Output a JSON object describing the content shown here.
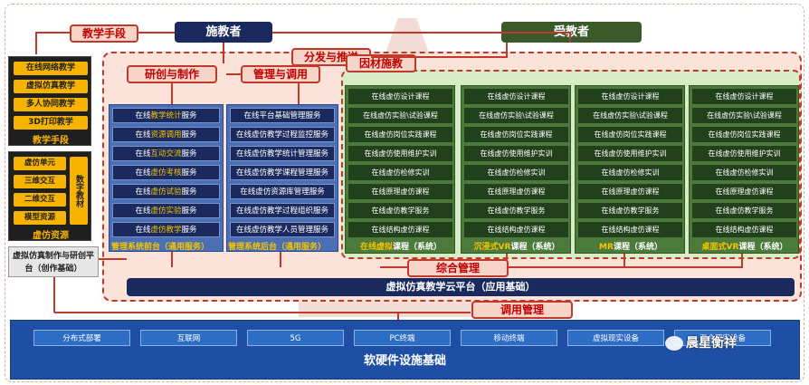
{
  "top": {
    "teaching_methods_label": "教学手段",
    "educator": "施教者",
    "learner": "受教者",
    "research_production": "研创与制作",
    "management_invocation": "管理与调用",
    "distribution_push": "分发与推送",
    "adaptive_teaching": "因材施教"
  },
  "left": {
    "teaching_methods": {
      "items": [
        "在线网络教学",
        "虚拟仿真教学",
        "多人协同教学",
        "3D打印教学"
      ],
      "title": "教学手段"
    },
    "virtual_resources": {
      "items": [
        "虚仿单元",
        "三维交互",
        "二维交互",
        "模型资源"
      ],
      "side_label": "数字教材",
      "title": "虚仿资源"
    },
    "platform_label": "虚拟仿真制作与研创平台（创作基础）"
  },
  "frontend": {
    "items": [
      {
        "pre": "在线",
        "hl": "教学统计",
        "post": "服务"
      },
      {
        "pre": "在线",
        "hl": "资源调用",
        "post": "服务"
      },
      {
        "pre": "在线",
        "hl": "互动交流",
        "post": "服务"
      },
      {
        "pre": "在线",
        "hl": "虚仿考核",
        "post": "服务"
      },
      {
        "pre": "在线",
        "hl": "虚仿试验",
        "post": "服务"
      },
      {
        "pre": "在线",
        "hl": "虚仿实验",
        "post": "服务"
      },
      {
        "pre": "在线",
        "hl": "虚仿教学",
        "post": "服务"
      }
    ],
    "caption": "管理系统前台（通用服务）"
  },
  "backend": {
    "items": [
      "在线平台基础管理服务",
      "在线虚仿教学过程监控服务",
      "在线虚仿教学统计管理服务",
      "在线虚仿教学课程管理服务",
      "在线虚仿资源库管理服务",
      "在线虚仿教学过程组织服务",
      "在线虚仿教学人员管理服务"
    ],
    "caption": "管理系统后台（通用服务）"
  },
  "courses": {
    "items": [
      "在线虚仿设计课程",
      "在线虚仿实验\\试验课程",
      "在线虚仿岗位实践课程",
      "在线虚仿使用维护实训",
      "在线虚仿检修实训",
      "在线原理虚仿课程",
      "在线虚仿教学服务",
      "在线结构虚仿课程"
    ],
    "systems": [
      {
        "hl": "在线虚拟",
        "post": "课程（系统）"
      },
      {
        "hl": "沉浸式VR",
        "post": "课程（系统）"
      },
      {
        "hl": "MR",
        "post": "课程（系统）"
      },
      {
        "hl": "桌面式VR",
        "post": "课程（系统）"
      }
    ]
  },
  "middle": {
    "integrated_management": "综合管理",
    "cloud_platform": "虚拟仿真教学云平台（应用基础）",
    "call_management": "调用管理"
  },
  "infra": {
    "items": [
      "分布式部署",
      "互联网",
      "5G",
      "PC终端",
      "移动终端",
      "虚拟现实设备",
      "混合现实设备"
    ],
    "title": "软硬件设施基础"
  },
  "watermark": "晨星衡祥",
  "colors": {
    "navy": "#1a2a5e",
    "green": "#3b5a2b",
    "red": "#c0392b",
    "yellow": "#f6b400",
    "blue": "#2d6ec4"
  }
}
